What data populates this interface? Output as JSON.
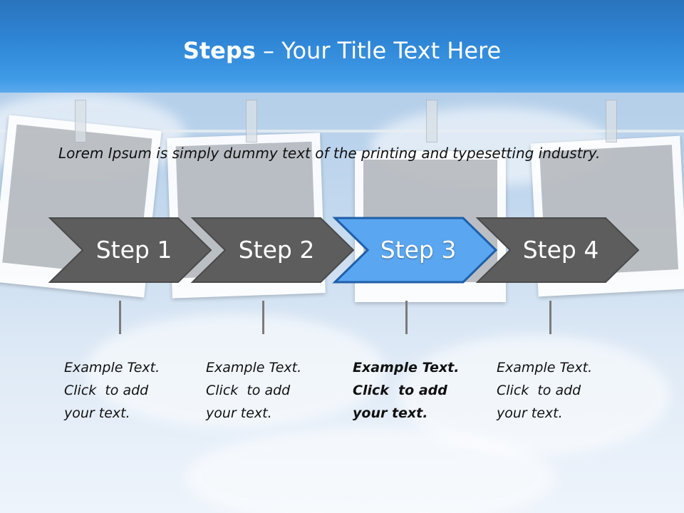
{
  "slide": {
    "title_bold": "Steps",
    "title_rest": " – Your Title Text Here",
    "intro": "Lorem Ipsum is simply dummy text of the printing and typesetting industry.",
    "colors": {
      "header": "#2f86d6",
      "chevron_default": "#5d5d5d",
      "chevron_active": "#5aa6f0",
      "chevron_active_border": "#1f5fa8"
    },
    "steps": [
      {
        "label": "Step 1",
        "lines": [
          "Example Text.",
          "Click  to add",
          "your text."
        ],
        "active": false
      },
      {
        "label": "Step 2",
        "lines": [
          "Example Text.",
          "Click  to add",
          "your text."
        ],
        "active": false
      },
      {
        "label": "Step 3",
        "lines": [
          "Example Text.",
          "Click  to add",
          "your text."
        ],
        "active": true
      },
      {
        "label": "Step 4",
        "lines": [
          "Example Text.",
          "Click  to add",
          "your text."
        ],
        "active": false
      }
    ]
  }
}
